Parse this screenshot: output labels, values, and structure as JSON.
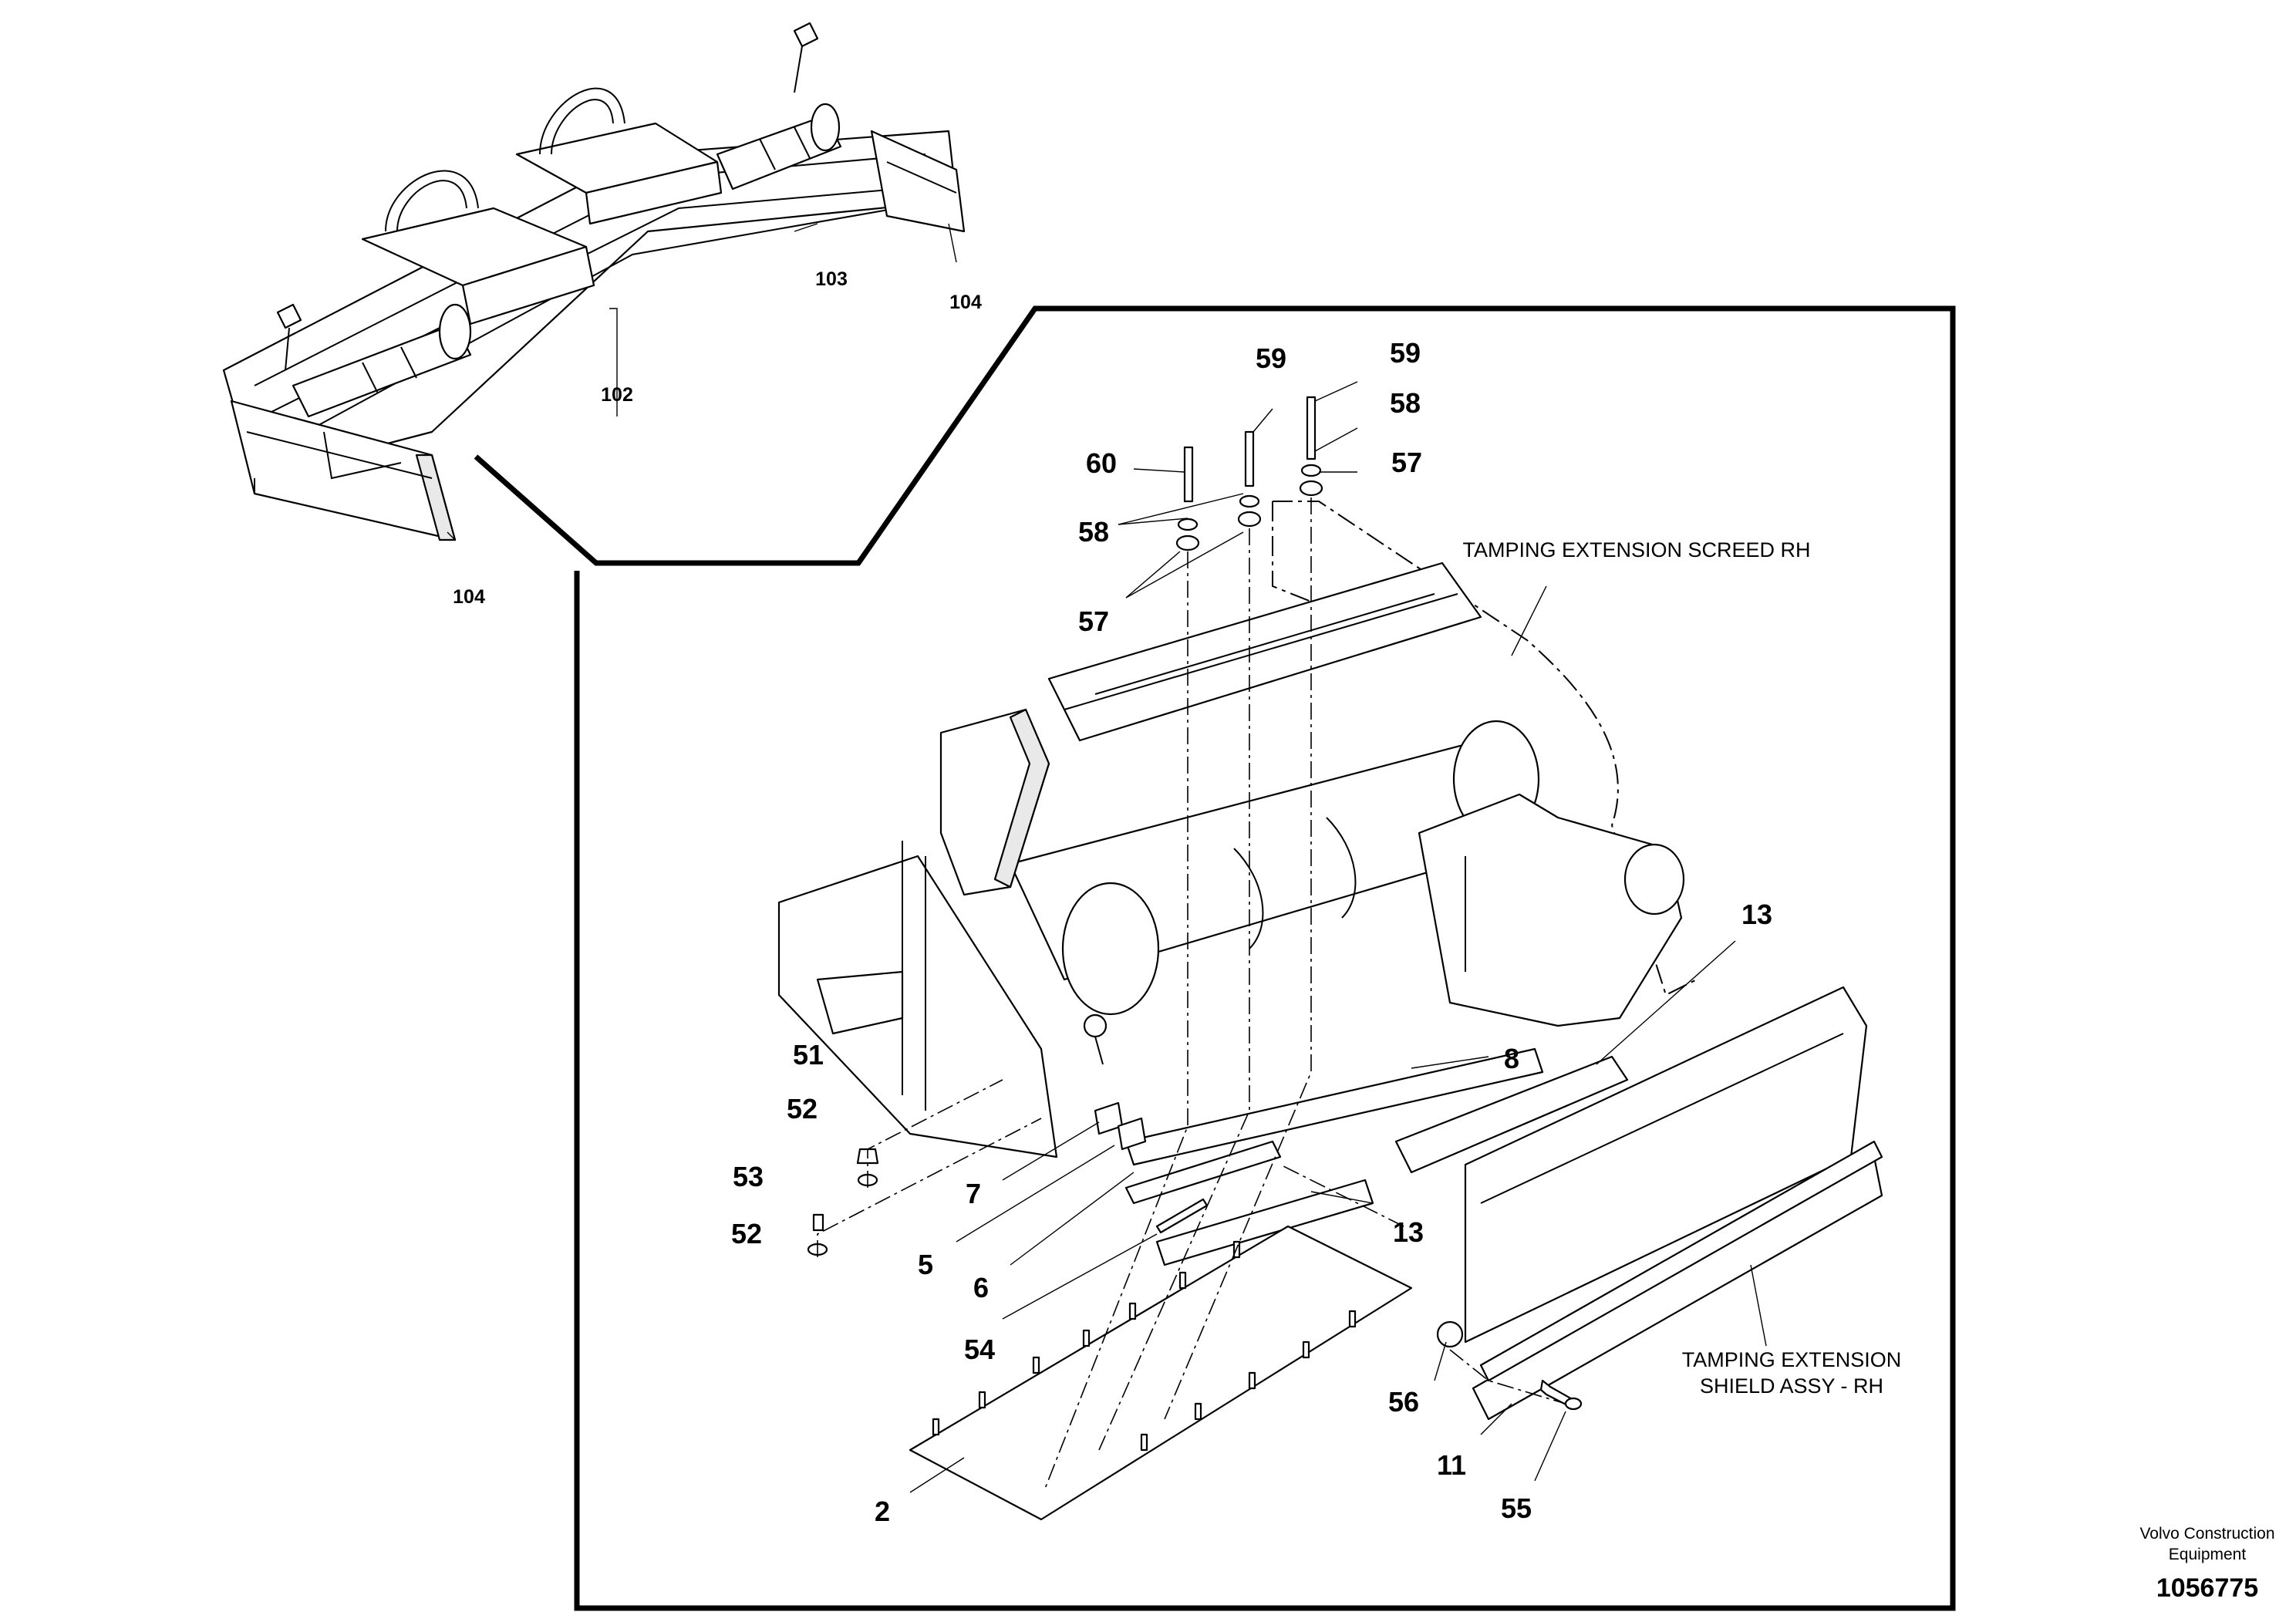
{
  "overview": {
    "callouts": [
      "102",
      "103",
      "104",
      "104"
    ]
  },
  "detail": {
    "callouts": {
      "c59a": "59",
      "c59b": "59",
      "c58a": "58",
      "c60": "60",
      "c57a": "57",
      "c58b": "58",
      "c57b": "57",
      "c13a": "13",
      "c8": "8",
      "c51": "51",
      "c52a": "52",
      "c53": "53",
      "c52b": "52",
      "c7": "7",
      "c5": "5",
      "c6": "6",
      "c13b": "13",
      "c54": "54",
      "c56": "56",
      "c11": "11",
      "c55": "55",
      "c2": "2"
    },
    "notes": {
      "screed": "TAMPING EXTENSION SCREED RH",
      "shield_line1": "TAMPING EXTENSION",
      "shield_line2": "SHIELD ASSY - RH"
    }
  },
  "footer": {
    "publisher_line1": "Volvo Construction",
    "publisher_line2": "Equipment",
    "doc_number": "1056775"
  }
}
